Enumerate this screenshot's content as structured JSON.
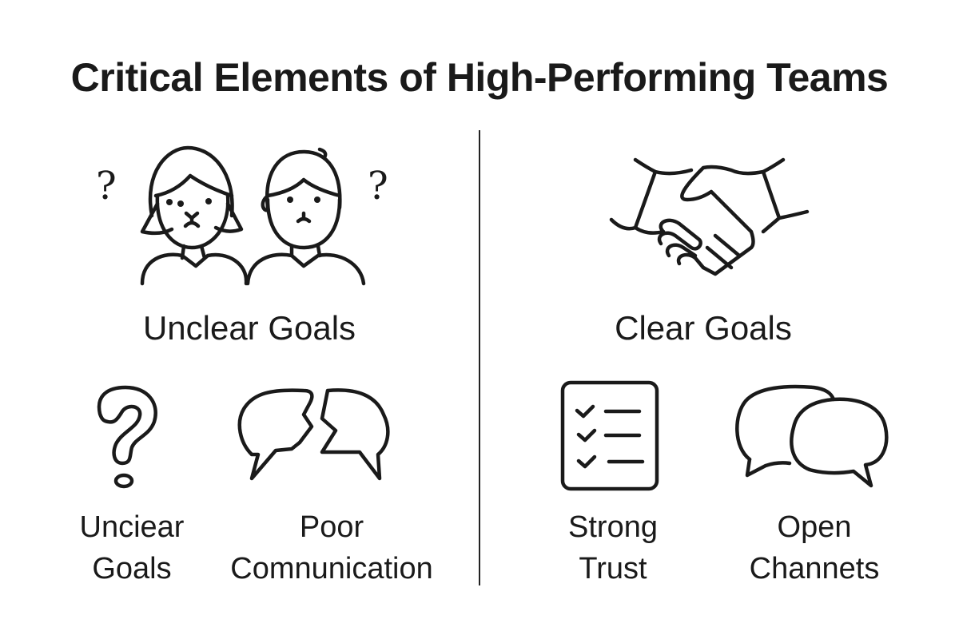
{
  "title": "Critical Elements of High-Performing Teams",
  "left_panel": {
    "heading": "Unclear Goals",
    "hero_icon": "confused-people-icon",
    "items": [
      {
        "label_line1": "Unciear",
        "label_line2": "Goals",
        "icon": "question-mark-icon"
      },
      {
        "label_line1": "Poor",
        "label_line2": "Comnunication",
        "icon": "broken-speech-bubbles-icon"
      }
    ]
  },
  "right_panel": {
    "heading": "Clear Goals",
    "hero_icon": "handshake-icon",
    "items": [
      {
        "label_line1": "Strong",
        "label_line2": "Trust",
        "icon": "checklist-icon"
      },
      {
        "label_line1": "Open",
        "label_line2": "Channets",
        "icon": "speech-bubbles-icon"
      }
    ]
  },
  "decorations": {
    "question_glyph": "?"
  },
  "colors": {
    "ink": "#1a1a1a",
    "background": "#ffffff"
  }
}
